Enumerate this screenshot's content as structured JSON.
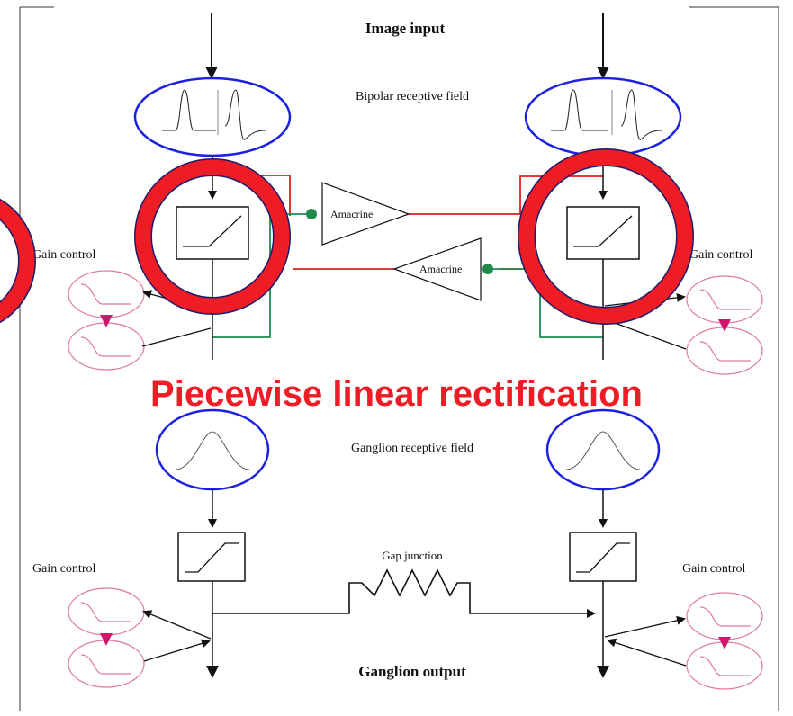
{
  "labels": {
    "image_input": "Image input",
    "bipolar_rf": "Bipolar receptive field",
    "gain_control": "Gain control",
    "amacrine": "Amacrine",
    "ganglion_rf": "Ganglion receptive field",
    "gap_junction": "Gap junction",
    "ganglion_output": "Ganglion output"
  },
  "annotation": {
    "headline": "Piecewise linear rectification"
  },
  "colors": {
    "stroke": "#111111",
    "blue_ellipse": "#1a22e0",
    "red_line": "#e11b1b",
    "green_line": "#1f8a4c",
    "green_dot": "#1f8a4c",
    "pink": "#e07aa6",
    "magenta_arrow": "#d0166f",
    "highlight_ring": "#ee1c24",
    "headline": "#ee1c24"
  },
  "icons": [
    "biphasic-waveform-icon",
    "gaussian-curve-icon",
    "sigmoid-rectifier-icon",
    "decay-curve-icon"
  ]
}
